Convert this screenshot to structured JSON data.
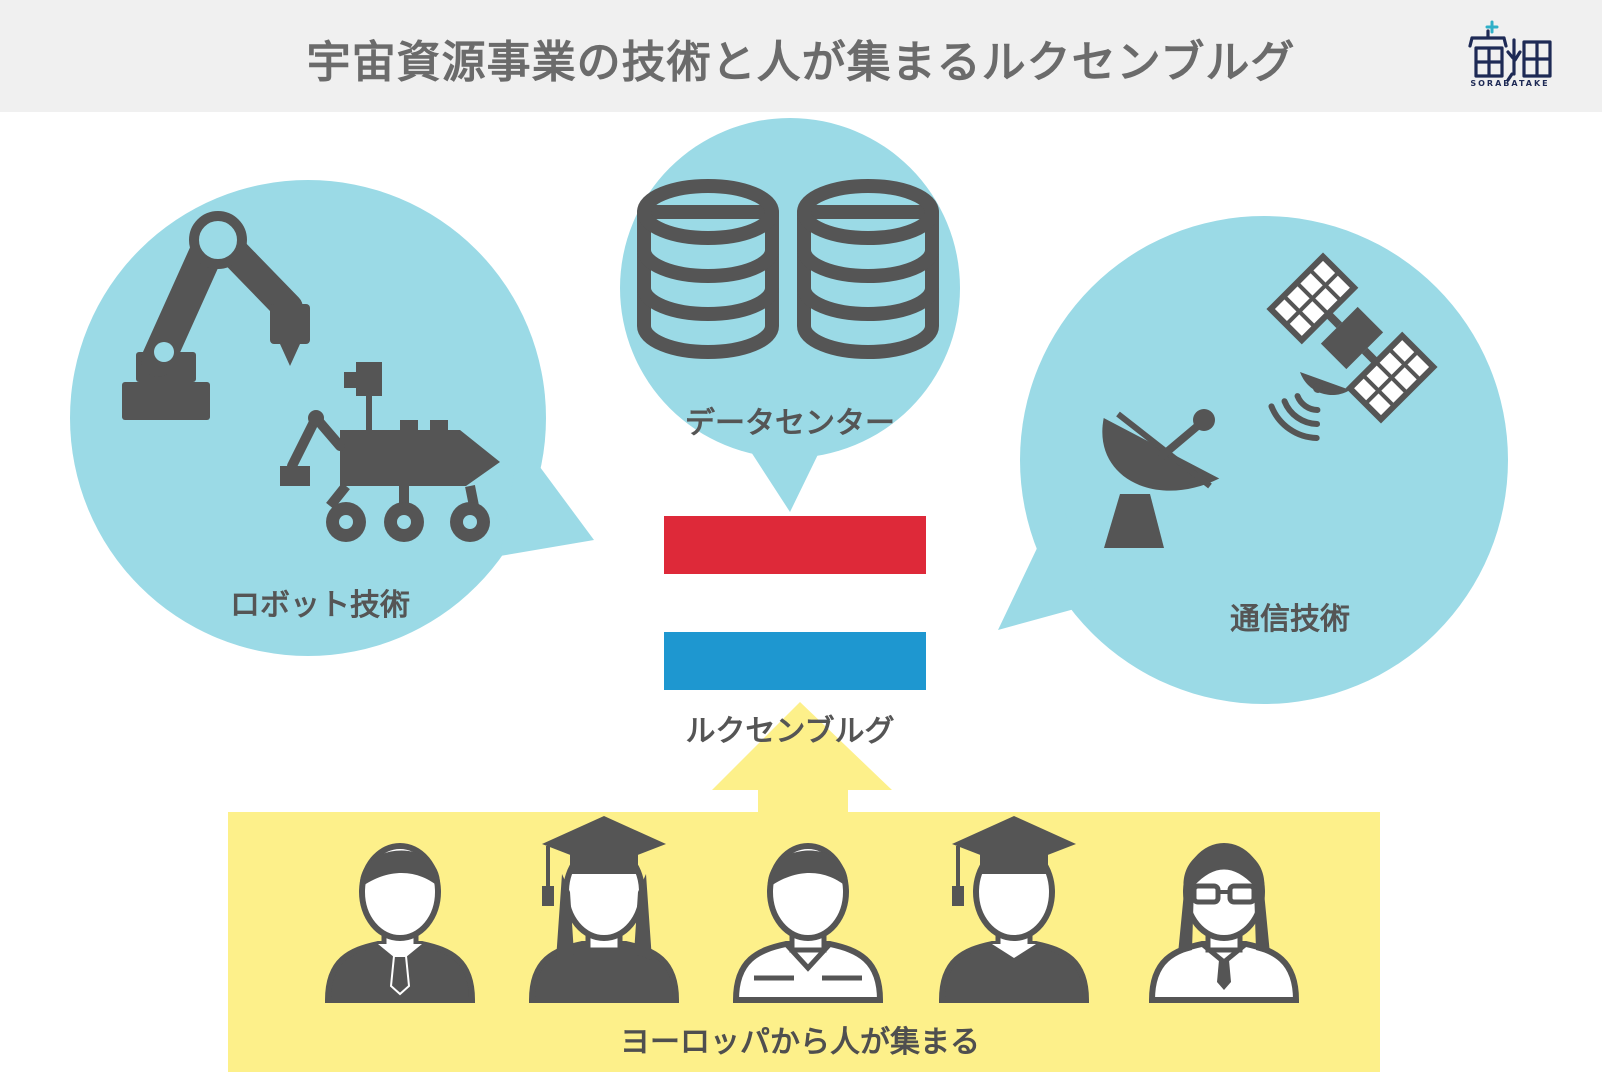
{
  "header": {
    "title": "宇宙資源事業の技術と人が集まるルクセンブルグ"
  },
  "logo": {
    "text": "宙畑",
    "subtext": "SORABATAKE"
  },
  "bubbles": {
    "robot_label": "ロボット技術",
    "datacenter_label": "データセンター",
    "communication_label": "通信技術"
  },
  "center": {
    "country_label": "ルクセンブルグ"
  },
  "people": {
    "caption": "ヨーロッパから人が集まる",
    "count": 5
  },
  "colors": {
    "bubble": "#9bdae6",
    "icon": "#555555",
    "flag_red": "#de2939",
    "flag_blue": "#1e97d0",
    "people_band": "#fdf08a",
    "header_bg": "#f0f0f0",
    "title_text": "#6b6b6b"
  },
  "icons": [
    "robot-arm-icon",
    "mars-rover-icon",
    "database-icon",
    "satellite-dish-icon",
    "satellite-icon",
    "businessman-icon",
    "graduate-woman-icon",
    "worker-man-icon",
    "graduate-man-icon",
    "woman-glasses-icon",
    "arrow-up-icon"
  ]
}
